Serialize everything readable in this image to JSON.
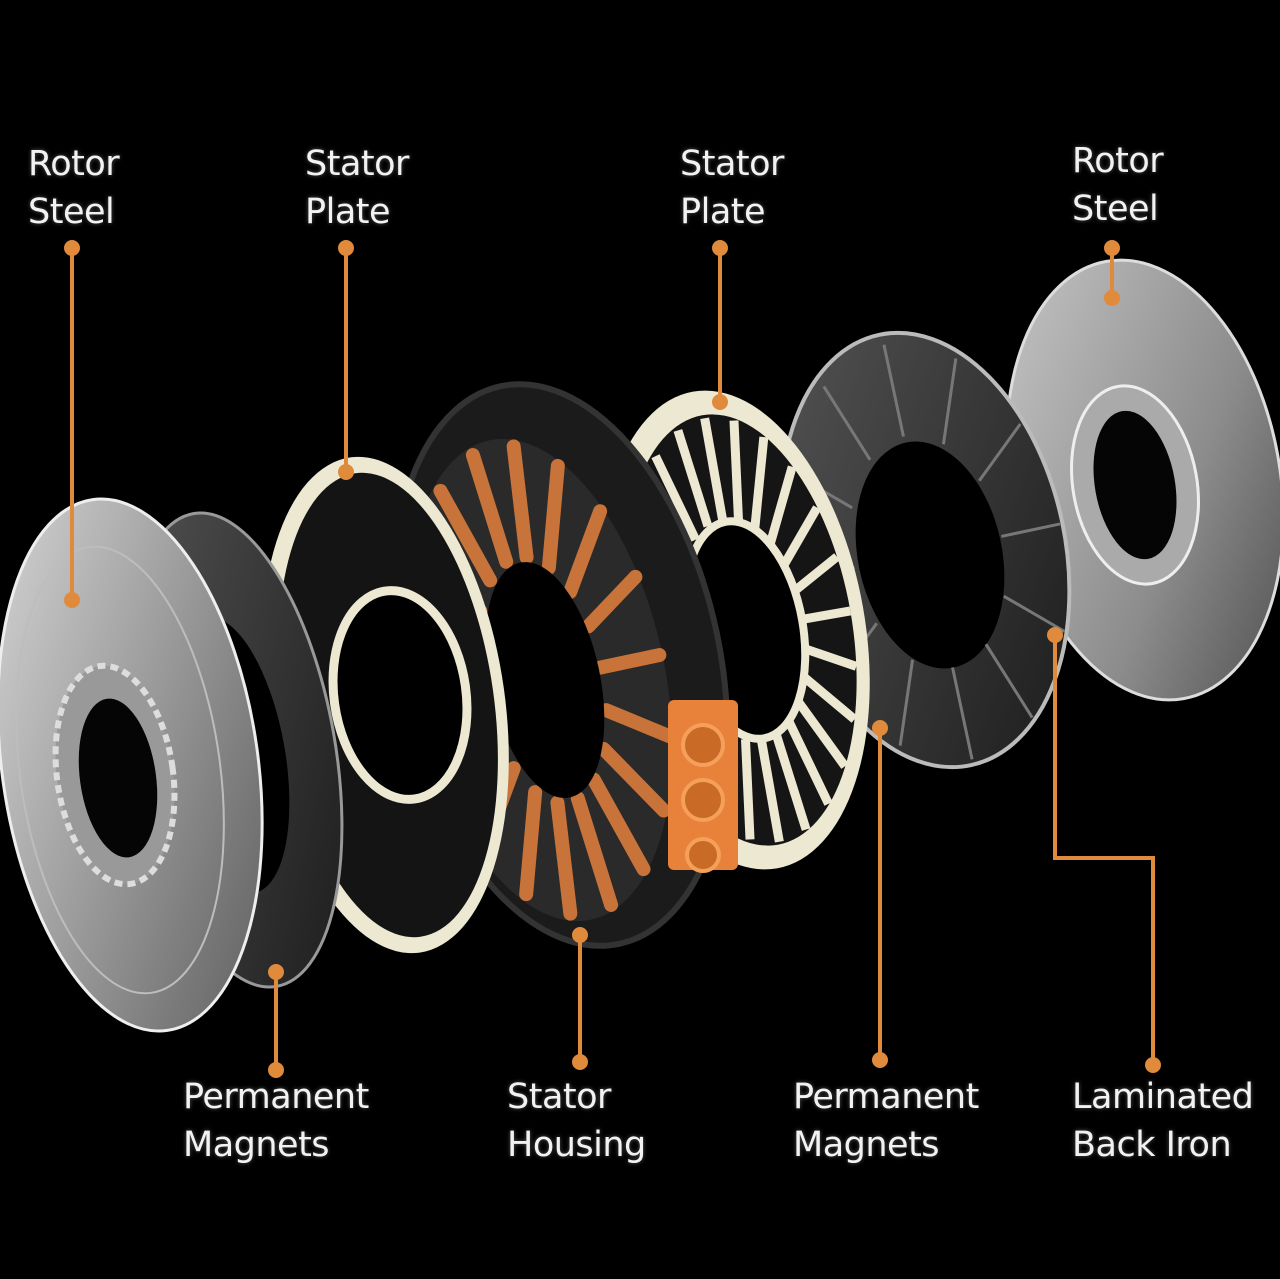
{
  "colors": {
    "background": "#000000",
    "leader": "#e08a3c",
    "label": "#f2f2f2",
    "cream": "#ece8d2",
    "copper": "#c8733a",
    "connector": "#e8813a"
  },
  "labels": {
    "top": [
      {
        "line1": "Rotor",
        "line2": "Steel"
      },
      {
        "line1": "Stator",
        "line2": "Plate"
      },
      {
        "line1": "Stator",
        "line2": "Plate"
      },
      {
        "line1": "Rotor",
        "line2": "Steel"
      }
    ],
    "bottom": [
      {
        "line1": "Permanent",
        "line2": "Magnets"
      },
      {
        "line1": "Stator",
        "line2": "Housing"
      },
      {
        "line1": "Permanent",
        "line2": "Magnets"
      },
      {
        "line1": "Laminated",
        "line2": "Back Iron"
      }
    ]
  }
}
